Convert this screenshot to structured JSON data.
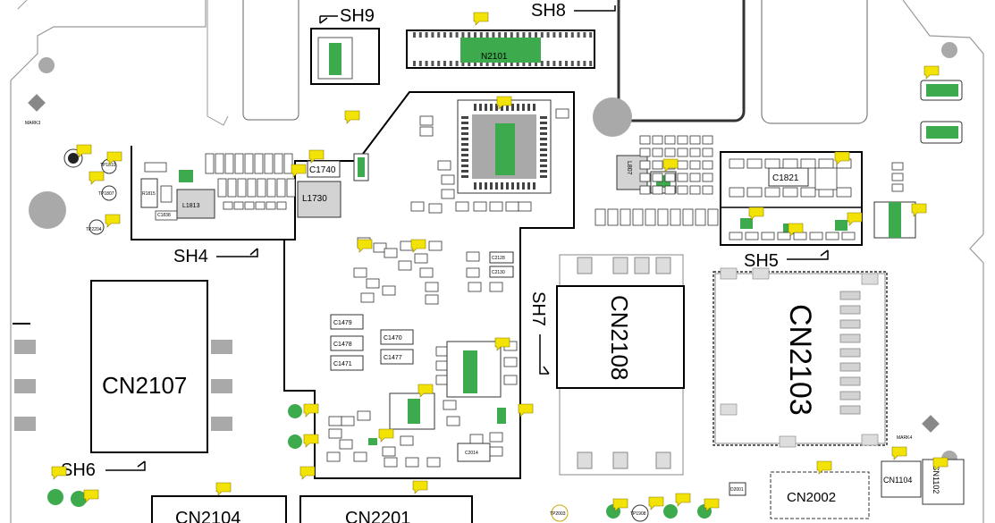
{
  "colors": {
    "outline": "#000000",
    "pad_gray": "#b5b5b5",
    "chip_fill": "#d3d3d3",
    "green": "#3daa4e",
    "note_yellow": "#f2e205",
    "board_edge": "#9a9a9a"
  },
  "shields": {
    "sh9": "SH9",
    "sh8": "SH8",
    "sh4": "SH4",
    "sh5": "SH5",
    "sh6": "SH6",
    "sh7": "SH7"
  },
  "connectors": {
    "cn2107": "CN2107",
    "cn2108": "CN2108",
    "cn2103": "CN2103",
    "cn2104": "CN2104",
    "cn2201": "CN2201",
    "cn2002": "CN2002",
    "cn1104": "CN1104",
    "cn1102": "CN1102",
    "n2101": "N2101"
  },
  "marks": {
    "mark3": "MARK3",
    "mark4": "MARK4"
  },
  "components": {
    "l1813": "L1813",
    "l1730": "L1730",
    "c1740": "C1740",
    "r1815": "R1815",
    "c1838": "C1838",
    "l807": "L807",
    "c1821": "C1821",
    "c1479": "C1479",
    "c1478": "C1478",
    "c1471": "C1471",
    "c1470": "C1470",
    "c1477": "C1477",
    "c2014": "C2014",
    "c2128": "C2128",
    "c2130": "C2130",
    "d2001": "D2001"
  },
  "testpoints": {
    "tp1810": "TP1810",
    "tp1807": "TP1807",
    "tp2204": "TP2204",
    "tp2003": "TP2003",
    "tp1908": "TP1908"
  }
}
